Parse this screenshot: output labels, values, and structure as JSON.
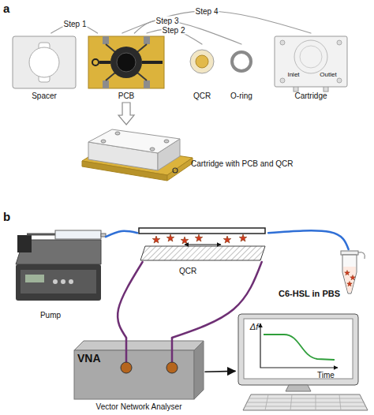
{
  "diagram": {
    "nodes": [
      {
        "text": [
          "Spacer"
        ]
      },
      {
        "text": [
          "PCB"
        ]
      },
      {
        "text": [
          "QCR"
        ]
      },
      {
        "text": [
          "O-ring"
        ]
      },
      {
        "text": [
          "Inlet",
          "Outlet",
          "Cartridge"
        ]
      },
      {
        "text": [
          "Cartridge with PCB and QCR"
        ]
      },
      {
        "text": [
          "Pump"
        ]
      },
      {
        "text": [
          "QCR"
        ]
      },
      {
        "text": [
          "C6-HSL in PBS"
        ]
      },
      {
        "text": [
          "VNA",
          "Vector Network Analyser"
        ]
      },
      {
        "text": [
          "Δf",
          "Time"
        ]
      }
    ],
    "edges": [
      {
        "from": 1,
        "to": 0,
        "label": "Step 1",
        "arrow": "none"
      },
      {
        "from": 1,
        "to": 2,
        "label": "Step 2",
        "arrow": "none"
      },
      {
        "from": 1,
        "to": 3,
        "label": "Step 3",
        "arrow": "none"
      },
      {
        "from": 1,
        "to": 4,
        "label": "Step 4",
        "arrow": "none"
      },
      {
        "from": 1,
        "to": 5,
        "arrow": "to"
      },
      {
        "from": 6,
        "to": 7,
        "arrow": "none"
      },
      {
        "from": 7,
        "to": 8,
        "arrow": "none"
      },
      {
        "from": 7,
        "to": 9,
        "arrow": "none"
      },
      {
        "from": 7,
        "to": 9,
        "arrow": "none"
      },
      {
        "from": 9,
        "to": 10,
        "arrow": "to"
      }
    ],
    "labels": [
      "a",
      "b"
    ]
  }
}
